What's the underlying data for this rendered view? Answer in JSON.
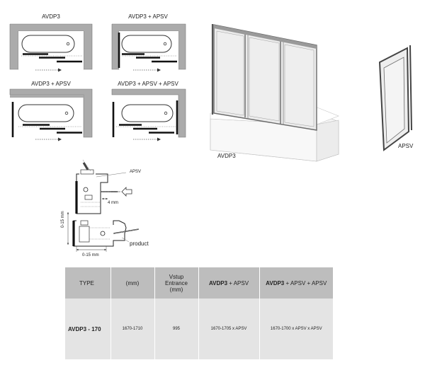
{
  "plans": [
    {
      "title": "AVDP3"
    },
    {
      "title": "AVDP3 + APSV"
    },
    {
      "title": "AVDP3 + APSV"
    },
    {
      "title": "AVDP3 + APSV + APSV"
    }
  ],
  "render_label_main": "AVDP3",
  "render_label_side": "APSV",
  "detail": {
    "apsv_label": "APSV",
    "gap_label": "4 mm",
    "vertical_range": "0-15 mm",
    "horizontal_range": "0-15 mm",
    "product_label": "product"
  },
  "table": {
    "headers": {
      "type": "TYPE",
      "mm": "(mm)",
      "vstup_1": "Vstup",
      "vstup_2": "Entrance",
      "vstup_3": "(mm)",
      "combo1_bold": "AVDP3",
      "combo1_rest": " + APSV",
      "combo2_bold": "AVDP3",
      "combo2_rest": " + APSV + APSV"
    },
    "rows": [
      {
        "type": "AVDP3 - 170",
        "mm": "1670-1710",
        "entrance": "995",
        "combo1": "1670-1705 x APSV",
        "combo2": "1670-1700 x APSV x APSV"
      }
    ]
  }
}
